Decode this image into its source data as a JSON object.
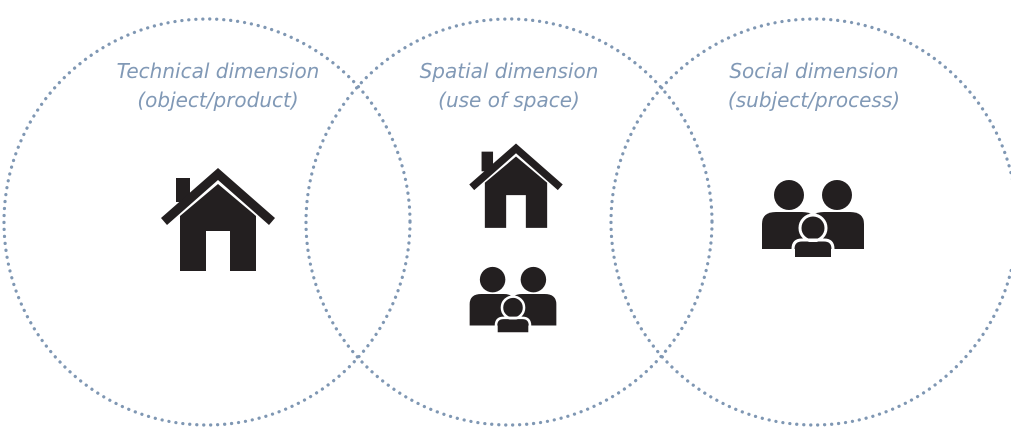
{
  "diagram": {
    "dimensions": [
      {
        "title": "Technical dimension",
        "subtitle": "(object/product)",
        "icons": [
          "house-icon"
        ]
      },
      {
        "title": "Spatial dimension",
        "subtitle": "(use of space)",
        "icons": [
          "house-icon",
          "family-icon"
        ]
      },
      {
        "title": "Social dimension",
        "subtitle": "(subject/process)",
        "icons": [
          "family-icon"
        ]
      }
    ]
  },
  "colors": {
    "circle_stroke": "#7f97b3",
    "label_text": "#8199b6",
    "icon_fill": "#231f20",
    "background": "#ffffff"
  }
}
